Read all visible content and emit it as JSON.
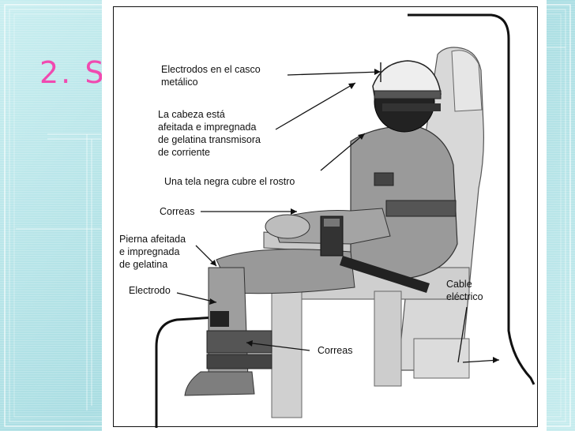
{
  "slide": {
    "title_partial": "2. S"
  },
  "diagram": {
    "labels": {
      "helmet_electrodes": "Electrodos en el casco\nmetálico",
      "shaved_head": "La cabeza está\nafeitada e impregnada\nde gelatina transmisora\nde corriente",
      "black_cloth": "Una tela negra cubre el rostro",
      "straps_arm": "Correas",
      "shaved_leg": "Pierna afeitada\ne impregnada\nde gelatina",
      "electrode": "Electrodo",
      "electric_cable": "Cable\neléctrico",
      "straps_legs": "Correas"
    }
  }
}
